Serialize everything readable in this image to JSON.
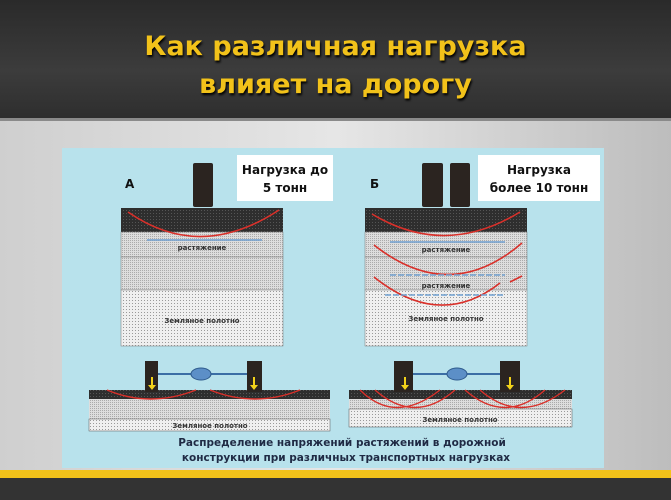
{
  "slide": {
    "title_line1": "Как различная нагрузка",
    "title_line2": "влияет на дорогу"
  },
  "diagram": {
    "panel_a": {
      "letter": "А",
      "load_line1": "Нагрузка до",
      "load_line2": "5 тонн",
      "tension_label": "растяжение",
      "soil_label": "Земляное полотно"
    },
    "panel_b": {
      "letter": "Б",
      "load_line1": "Нагрузка",
      "load_line2": "более 10 тонн",
      "tension_label_1": "растяжение",
      "tension_label_2": "растяжение",
      "soil_label": "Земляное полотно"
    },
    "axle_a": {
      "soil_label": "Земляное полотно"
    },
    "axle_b": {
      "soil_label": "Земляное полотно"
    },
    "caption_line1": "Распределение напряжений растяжений в дорожной",
    "caption_line2": "конструкции при различных транспортных нагрузках"
  },
  "colors": {
    "accent": "#f2c21a",
    "panel": "#b8e2ec",
    "stress": "#d9302a",
    "tension": "#6f9fd0"
  }
}
